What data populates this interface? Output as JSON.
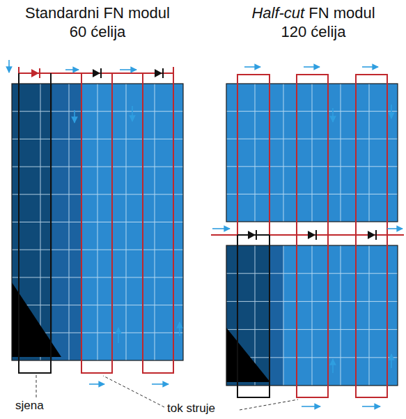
{
  "diagram": {
    "labels": [
      "Standardni FN modul",
      "60 ćelija",
      "Half-cut",
      "FN modul",
      "120 ćelija",
      "sjena",
      "tok struje"
    ]
  }
}
